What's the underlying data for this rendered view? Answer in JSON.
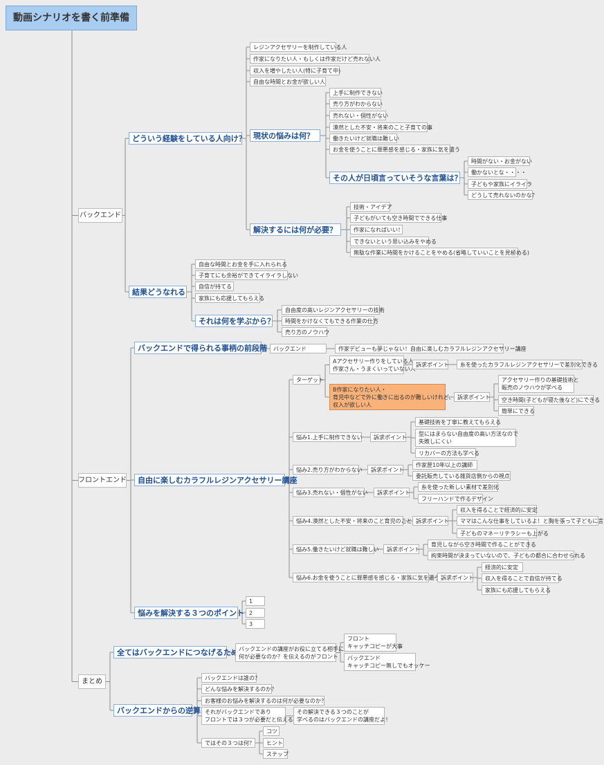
{
  "title": "動画シナリオを書く前準備",
  "backend": {
    "label": "バックエンド",
    "who": {
      "label": "どういう経験をしている人向け？",
      "items": [
        "レジンアクセサリーを制作している人",
        "作家になりたい人・もしくは作家だけど売れない人",
        "収入を増やしたい人(特に子育て中)",
        "自由な時間とお金が欲しい人"
      ],
      "worries": {
        "label": "現状の悩みは何？",
        "items": [
          "上手に制作できない",
          "売り方がわからない",
          "売れない・個性がない",
          "漠然とした不安・将来のこと子育ての事",
          "働きたいけど就職は難しい",
          "お金を使うことに罪悪感を感じる・家族に気を遣う"
        ],
        "words": {
          "label": "その人が日頃言っていそうな言葉は？",
          "items": [
            "時間がない・お金がない",
            "働かないとな・・・・",
            "子どもや家族にイライラ",
            "どうして売れないのかな？"
          ]
        }
      },
      "needs": {
        "label": "解決するには何が必要？",
        "items": [
          "技術・アイデア",
          "子どもがいても空き時間でできる仕事",
          "作家になればいい！",
          "できないという思い込みをやめる",
          "無駄な作業に時間をかけることをやめる(省略していいことを見極める)"
        ]
      }
    },
    "result": {
      "label": "結果どうなれる",
      "items": [
        "自由な時間とお金を手に入れられる",
        "子育てにも余裕ができてイライラしない",
        "自信が持てる",
        "家族にも応援してもらえる"
      ],
      "learn": {
        "label": "それは何を学ぶから？",
        "items": [
          "自由度の高いレジンアクセサリーの技術",
          "時間をかけなくてもできる作業の仕方",
          "売り方のノウハウ"
        ]
      }
    }
  },
  "frontend": {
    "label": "フロントエンド",
    "pre": {
      "label": "バックエンドで得られる事柄の前段階",
      "backend_label": "バックエンド",
      "backend_text": "作家デビューも夢じゃない！自由に楽しむカラフルレジンアクセサリー講座"
    },
    "course": {
      "label": "自由に楽しむカラフルレジンアクセサリー講座",
      "target": {
        "label": "ターゲット",
        "a": {
          "label": "Aアクセサリー作りをしている人\n作家さん・うまくいっていない人",
          "appeal": "訴求ポイント",
          "points": [
            "糸を使ったカラフルレジンアクセサリーで差別化できる"
          ]
        },
        "b": {
          "label": "B作家になりたい人・\n育児中などで外に働きに出るのが難しいけれど、\n収入が欲しい人",
          "appeal": "訴求ポイント",
          "points": [
            "アクセサリー作りの基礎技術と\n販売のノウハウが学べる",
            "空き時間(子どもが寝た後など)にできる",
            "簡単にできる"
          ]
        }
      },
      "worries": [
        {
          "label": "悩み1.上手に制作できない",
          "appeal": "訴求ポイント",
          "points": [
            "基礎技術を丁寧に教えてもらえる",
            "型にはまらない自由度の高い方法なので\n失敗しにくい",
            "リカバーの方法も学べる"
          ]
        },
        {
          "label": "悩み2.売り方がわからない",
          "appeal": "訴求ポイント",
          "points": [
            "作家歴10年以上の講師",
            "委託販売している雑貨店側からの視点"
          ]
        },
        {
          "label": "悩み3.売れない・個性がない",
          "appeal": "訴求ポイント",
          "points": [
            "糸を使った新しい素材で差別化",
            "フリーハンドで作るデザイン"
          ]
        },
        {
          "label": "悩み4.漠然とした不安・将来のこと育児のこと",
          "appeal": "訴求ポイント",
          "points": [
            "収入を得ることで経済的に安定",
            "ママはこんな仕事をしているよ！と胸を張って子どもに言える",
            "子どものマネーリテラシーも上がる"
          ]
        },
        {
          "label": "悩み5.働きたいけど就職は難しい",
          "appeal": "訴求ポイント",
          "points": [
            "育児しながら空き時間で作ることができる",
            "拘束時間が決まっていないので、子どもの都合に合わせられる"
          ]
        },
        {
          "label": "悩み6.お金を使うことに罪悪感を感じる・家族に気を遣う",
          "appeal": "訴求ポイント",
          "points": [
            "経済的に安定",
            "収入を得ることで自信が持てる",
            "家族にも応援してもらえる"
          ]
        }
      ]
    },
    "three": {
      "label": "悩みを解決する３つのポイント",
      "items": [
        "1",
        "2",
        "3"
      ]
    }
  },
  "summary": {
    "label": "まとめ",
    "connect": {
      "label": "全てはバックエンドにつなげるため",
      "text": "バックエンドの講座がお役に立てる相手に\n何が必要なのか？を伝えるのがフロント",
      "front": "フロント\nキャッチコピーが大事",
      "back": "バックエンド\nキャッチコピー無しでもオッケー"
    },
    "reverse": {
      "label": "バックエンドからの逆算",
      "q1": "バックエンドは誰の？",
      "q2": "どんな悩みを解決するのか？",
      "q3": "お客様のお悩みを解決するのは何が必要なのか？",
      "q4": "それがバックエンドであり\nフロントでは３つが必要だと伝える",
      "q4_note": "その解決できる３つのことが\n学べるのはバックエンドの講座だよ！",
      "q5": "ではその３つは何？",
      "q5_items": [
        "コツ",
        "ヒント",
        "ステップ"
      ]
    }
  }
}
